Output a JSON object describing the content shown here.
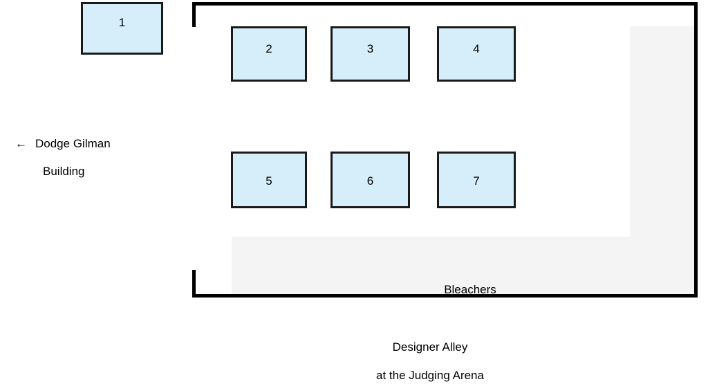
{
  "diagram": {
    "title_lines": [
      "Designer Alley",
      "at the Judging Arena"
    ],
    "arena": {
      "bleachers_label": "Bleachers",
      "wall_color": "#000000",
      "bleacher_color": "#f4f4f4"
    },
    "booths": [
      {
        "label": "1"
      },
      {
        "label": "2"
      },
      {
        "label": "3"
      },
      {
        "label": "4"
      },
      {
        "label": "5"
      },
      {
        "label": "6"
      },
      {
        "label": "7"
      }
    ],
    "booth_fill_color": "#d5eef9",
    "booth_border_color": "#1a1a1a",
    "annotation": {
      "arrow": "←",
      "arrow_icon_name": "arrow-left-icon",
      "line1": "Dodge Gilman",
      "line2": "Building"
    }
  }
}
